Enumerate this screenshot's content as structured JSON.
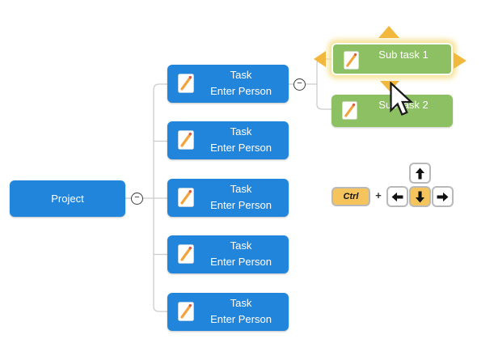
{
  "canvas": {
    "background": "#ffffff"
  },
  "colors": {
    "node_blue": "#2186db",
    "node_green": "#8cc063",
    "triangle_yellow": "#f1b83d",
    "key_orange": "#f5c45c",
    "key_border": "#b9b9b9",
    "connector_gray": "#cccccc",
    "node_text": "#ffffff",
    "selection_glow": "#f6de89"
  },
  "diagram": {
    "collapse_symbol": "−",
    "root": {
      "label": "Project"
    },
    "tasks": [
      {
        "title": "Task",
        "subtitle": "Enter Person"
      },
      {
        "title": "Task",
        "subtitle": "Enter Person"
      },
      {
        "title": "Task",
        "subtitle": "Enter Person"
      },
      {
        "title": "Task",
        "subtitle": "Enter Person"
      },
      {
        "title": "Task",
        "subtitle": "Enter Person"
      }
    ],
    "subtasks": [
      {
        "label": "Sub task 1",
        "selected": true
      },
      {
        "label": "Sub task 2",
        "selected": false
      }
    ]
  },
  "hint": {
    "modifier_key": "Ctrl",
    "separator": "+",
    "arrow_keys": [
      "up",
      "left",
      "down",
      "right"
    ],
    "highlighted_key": "down"
  }
}
